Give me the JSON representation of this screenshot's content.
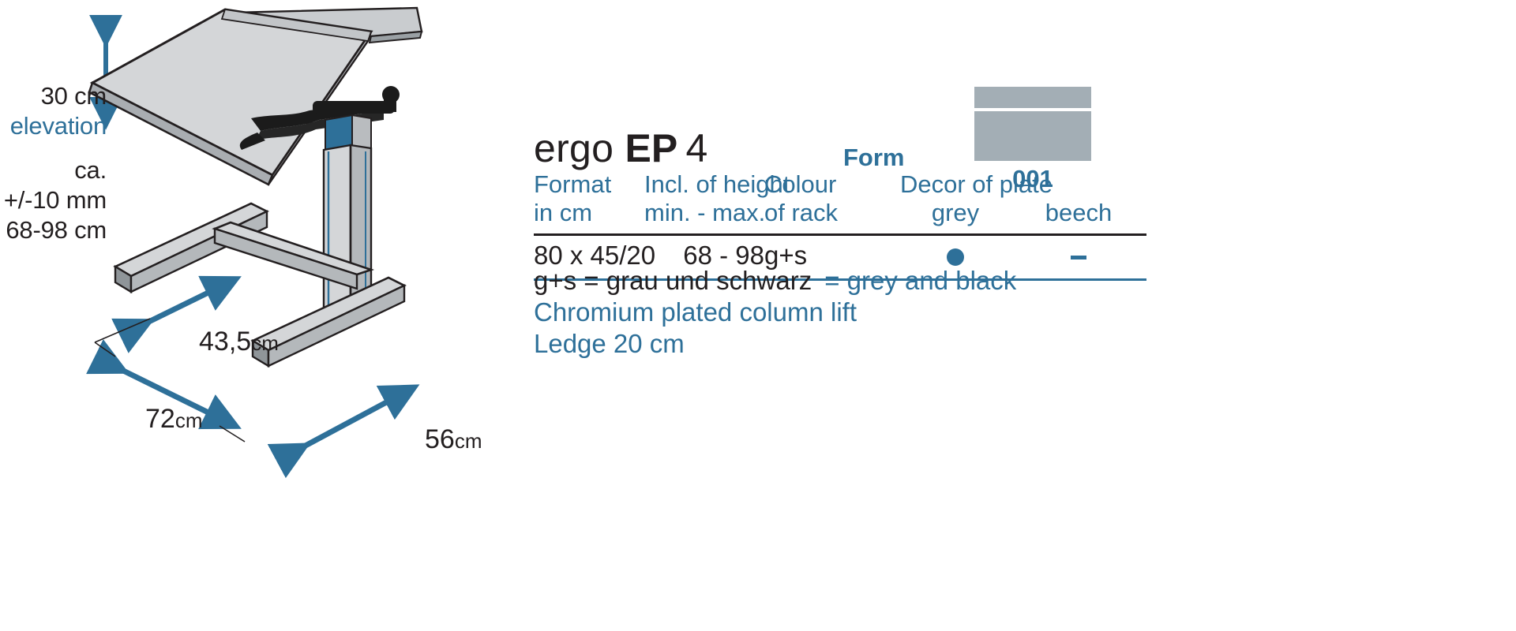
{
  "product": {
    "brand": "ergo",
    "model_code": "EP",
    "model_number": "4"
  },
  "illustration": {
    "elevation_value": "30 cm",
    "elevation_word": "elevation",
    "approx": "ca.",
    "tolerance": "+/-10 mm",
    "height_range": "68-98 cm",
    "dim_depth_inner": "43,5",
    "dim_depth_inner_unit": "cm",
    "dim_width": "72",
    "dim_width_unit": "cm",
    "dim_depth": "56",
    "dim_depth_unit": "cm"
  },
  "swatch": {
    "code": "001",
    "color": "#a3aeb5"
  },
  "table": {
    "form_label": "Form",
    "headers": [
      {
        "line1": "Format",
        "line2": "in cm"
      },
      {
        "line1": "Incl. of height",
        "line2": "min. - max."
      },
      {
        "line1": "Colour",
        "line2": "of rack"
      },
      {
        "line1": "Decor of plate",
        "line2": "grey"
      },
      {
        "line1": "",
        "line2": "beech"
      }
    ],
    "rows": [
      {
        "format": "80 x 45/20",
        "height": "68 - 98",
        "colour": "g+s",
        "grey": "dot",
        "beech": "dash"
      }
    ]
  },
  "footnotes": [
    {
      "black": "g+s = grau und schwarz",
      "blue": "= grey and black"
    },
    {
      "blue": "Chromium plated column lift"
    },
    {
      "blue": "Ledge 20 cm"
    }
  ],
  "colors": {
    "accent_blue": "#2e7099",
    "text_black": "#231f20",
    "metal_light": "#d4d6d8",
    "metal_mid": "#b9bcbf",
    "metal_dark": "#8f9599",
    "swatch_grey": "#a3aeb5"
  }
}
